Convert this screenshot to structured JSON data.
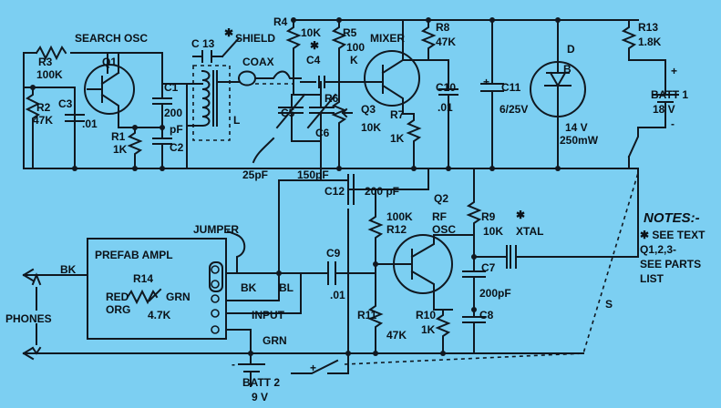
{
  "labels": {
    "search_osc": "SEARCH OSC",
    "r3": "R3",
    "r3_val": "100K",
    "q1": "Q1",
    "c3": "C3",
    "r2": "R2",
    "r2_val": "47K",
    "c3_val": ".01",
    "r1": "R1",
    "r1_val": "1K",
    "c1": "C1",
    "c1_val": "200",
    "pf": "pF",
    "c2": "C2",
    "c13": "C 13",
    "shield": "SHIELD",
    "coax": "COAX",
    "l": "L",
    "r4": "R4",
    "r4_val": "10K",
    "c4": "C4",
    "r5": "R5",
    "r5_val1": "100",
    "r5_val2": "K",
    "mixer": "MIXER",
    "r8": "R8",
    "r8_val": "47K",
    "c5": "C5",
    "c6": "C6",
    "r6": "R6",
    "q3": "Q3",
    "q3_val": "10K",
    "r7": "R7",
    "r7_val": "1K",
    "c10": "C10",
    "c10_val": ".01",
    "c5_val": "25pF",
    "c6_val": "150pF",
    "c11": "C11",
    "c11_val": "6/25V",
    "d": "D",
    "b": "B",
    "d_val1": "14 V",
    "d_val2": "250mW",
    "r13": "R13",
    "r13_val": "1.8K",
    "batt1": "BATT 1",
    "batt1_val": "18 V",
    "plus": "+",
    "minus": "-",
    "c12": "C12",
    "c12_val": "200 pF",
    "q2": "Q2",
    "r12_val": "100K",
    "r12": "R12",
    "rf": "RF",
    "osc": "OSC",
    "r9": "R9",
    "r9_val": "10K",
    "xtal": "XTAL",
    "star": "✱",
    "c7": "C7",
    "c7_val": "200pF",
    "c8": "C8",
    "r11": "R11",
    "r11_val": "47K",
    "r10": "R10",
    "r10_val": "1K",
    "c9": "C9",
    "c9_val": ".01",
    "jumper": "JUMPER",
    "prefab_ampl": "PREFAB AMPL",
    "r14": "R14",
    "red": "RED",
    "org": "ORG",
    "grn": "GRN",
    "r14_val": "4.7K",
    "bk": "BK",
    "bl": "BL",
    "input": "INPUT",
    "phones": "PHONES",
    "batt2": "BATT 2",
    "batt2_val": "9 V",
    "s": "S"
  },
  "notes": {
    "heading": "NOTES:-",
    "line1": "✱ SEE TEXT",
    "line2": "Q1,2,3-",
    "line3": "SEE PARTS",
    "line4": "LIST"
  }
}
